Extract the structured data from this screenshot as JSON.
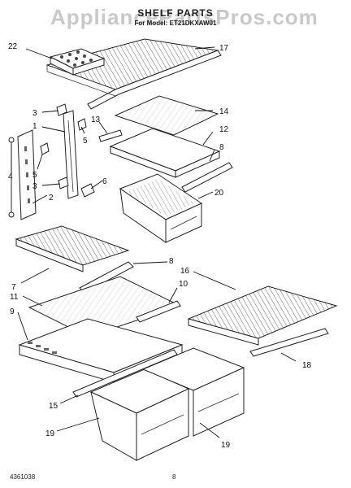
{
  "header": {
    "watermark": "AppliancePartsPros.com",
    "title": "SHELF PARTS",
    "subtitle": "For Model: ET21DKXAW01"
  },
  "callouts": [
    "22",
    "17",
    "3",
    "14",
    "1",
    "13",
    "12",
    "5",
    "8",
    "4",
    "6",
    "5",
    "20",
    "3",
    "2",
    "8",
    "7",
    "16",
    "11",
    "10",
    "9",
    "18",
    "15",
    "19",
    "19"
  ],
  "footer": {
    "doc_number": "4361038",
    "page": "8"
  }
}
